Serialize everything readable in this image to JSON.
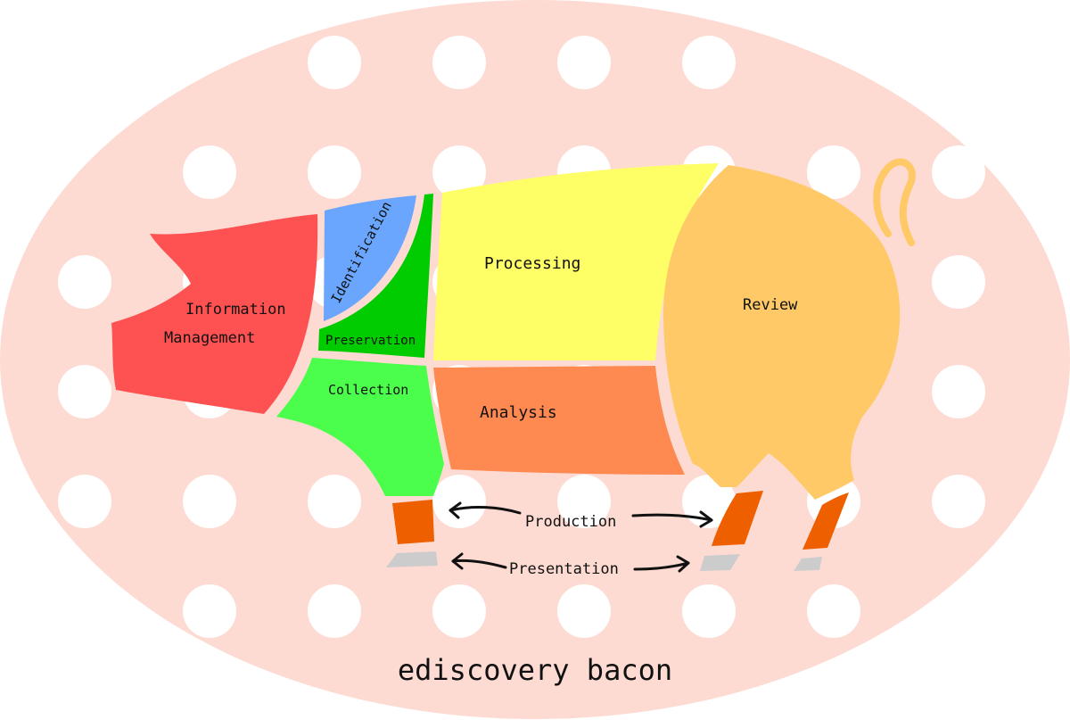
{
  "title": "ediscovery bacon",
  "colors": {
    "background_oval": "#fddbd3",
    "information_management": "#fe5252",
    "identification": "#6aa6fe",
    "preservation": "#00cc00",
    "collection": "#4cfe4c",
    "processing": "#fefe66",
    "analysis": "#fe8a52",
    "review": "#fec966",
    "production": "#ee5f00",
    "presentation": "#cccccc",
    "text": "#111111"
  },
  "segments": {
    "information_management": {
      "line1": "Information",
      "line2": "Management"
    },
    "identification": "Identification",
    "preservation": "Preservation",
    "collection": "Collection",
    "processing": "Processing",
    "analysis": "Analysis",
    "review": "Review",
    "production": "Production",
    "presentation": "Presentation"
  }
}
